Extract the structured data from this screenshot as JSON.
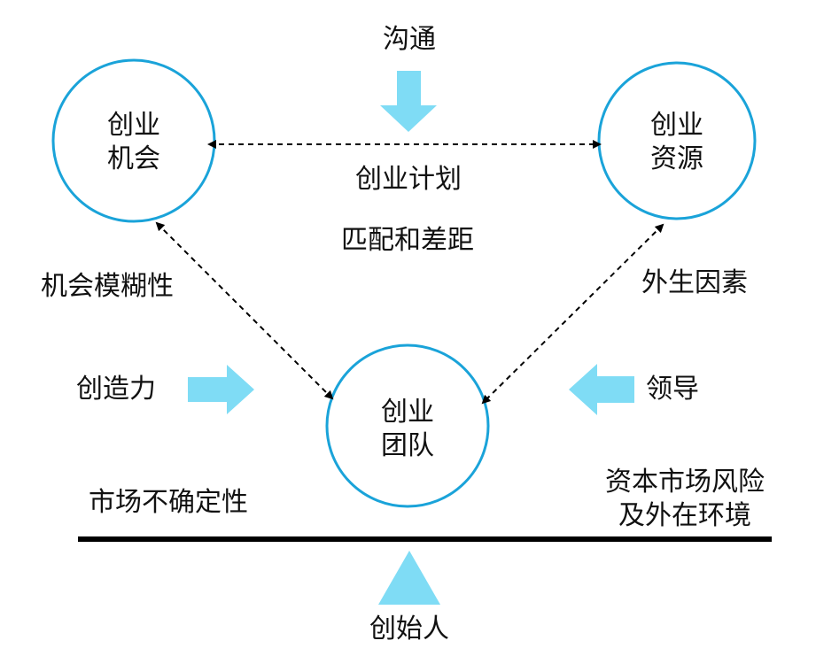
{
  "colors": {
    "circle_stroke": "#1aa3d9",
    "arrow_fill": "#7fdcf5",
    "line": "#000000",
    "text": "#111111"
  },
  "nodes": {
    "opportunity": {
      "line1": "创业",
      "line2": "机会"
    },
    "resources": {
      "line1": "创业",
      "line2": "资源"
    },
    "team": {
      "line1": "创业",
      "line2": "团队"
    }
  },
  "labels": {
    "communication": "沟通",
    "business_plan": "创业计划",
    "fit_and_gap": "匹配和差距",
    "opportunity_ambiguity": "机会模糊性",
    "external_factors": "外生因素",
    "creativity": "创造力",
    "leadership": "领导",
    "market_uncertainty": "市场不确定性",
    "capital_market_risk_line1": "资本市场风险",
    "capital_market_risk_line2": "及外在环境",
    "founder": "创始人"
  },
  "icons": {
    "down_arrow": "down-arrow-icon",
    "right_arrow": "right-arrow-icon",
    "left_arrow": "left-arrow-icon",
    "up_triangle": "up-triangle-icon"
  }
}
